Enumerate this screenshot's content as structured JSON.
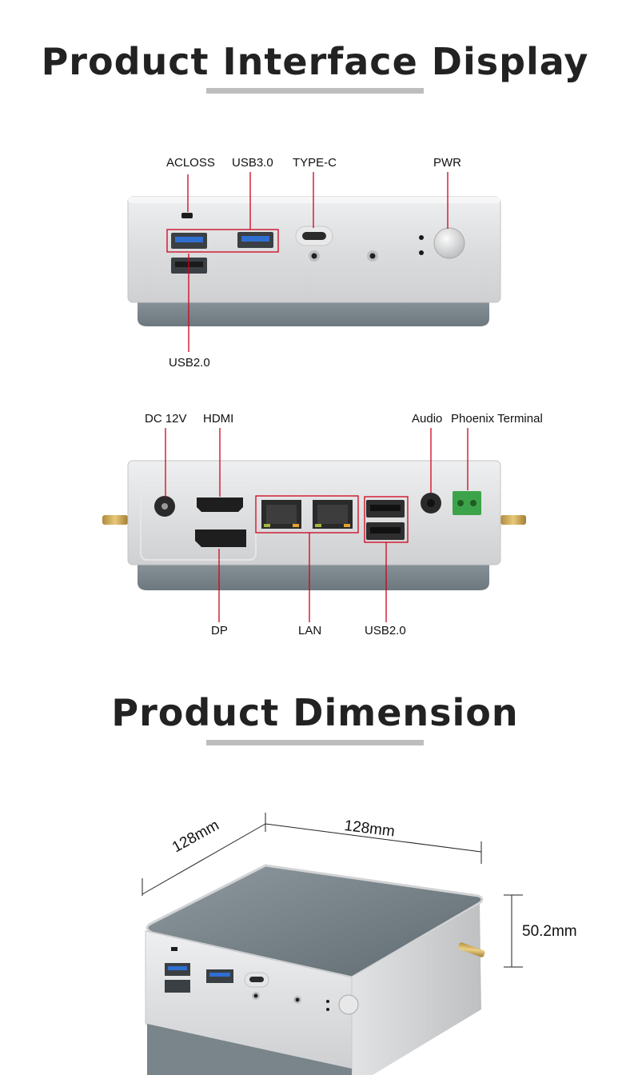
{
  "interface_section": {
    "title": "Product Interface Display",
    "front": {
      "labels": {
        "acloss": "ACLOSS",
        "usb30": "USB3.0",
        "typec": "TYPE-C",
        "pwr": "PWR",
        "usb20": "USB2.0"
      }
    },
    "rear": {
      "labels": {
        "dc12v": "DC 12V",
        "hdmi": "HDMI",
        "audio": "Audio",
        "phoenix": "Phoenix Terminal",
        "dp": "DP",
        "lan": "LAN",
        "usb20": "USB2.0"
      }
    }
  },
  "dimension_section": {
    "title": "Product Dimension",
    "depth": "128mm",
    "width": "128mm",
    "height": "50.2mm"
  },
  "colors": {
    "callout": "#d0021b",
    "silver": "#d9dadc",
    "base": "#6f7b81",
    "title_bar": "#bdbdbd"
  }
}
